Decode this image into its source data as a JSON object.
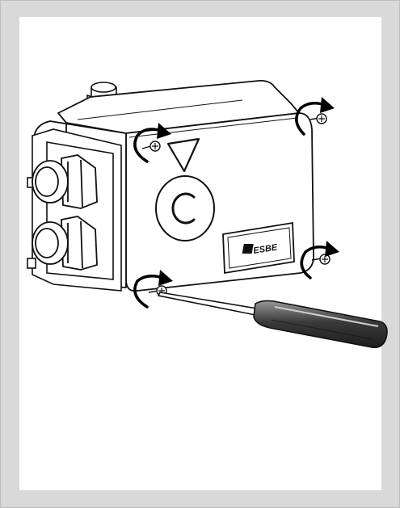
{
  "figure": {
    "logo_text": "ESBE",
    "colors": {
      "frame": "#d9d9d9",
      "panel": "#ffffff",
      "line": "#111111",
      "arrow": "#000000",
      "handle_dark": "#3a3a3a",
      "handle_mid": "#8a8a8a"
    },
    "arrows": [
      {
        "name": "top-left-screw-arrow"
      },
      {
        "name": "top-right-screw-arrow"
      },
      {
        "name": "bottom-left-screw-arrow"
      },
      {
        "name": "bottom-right-screw-arrow"
      }
    ]
  }
}
